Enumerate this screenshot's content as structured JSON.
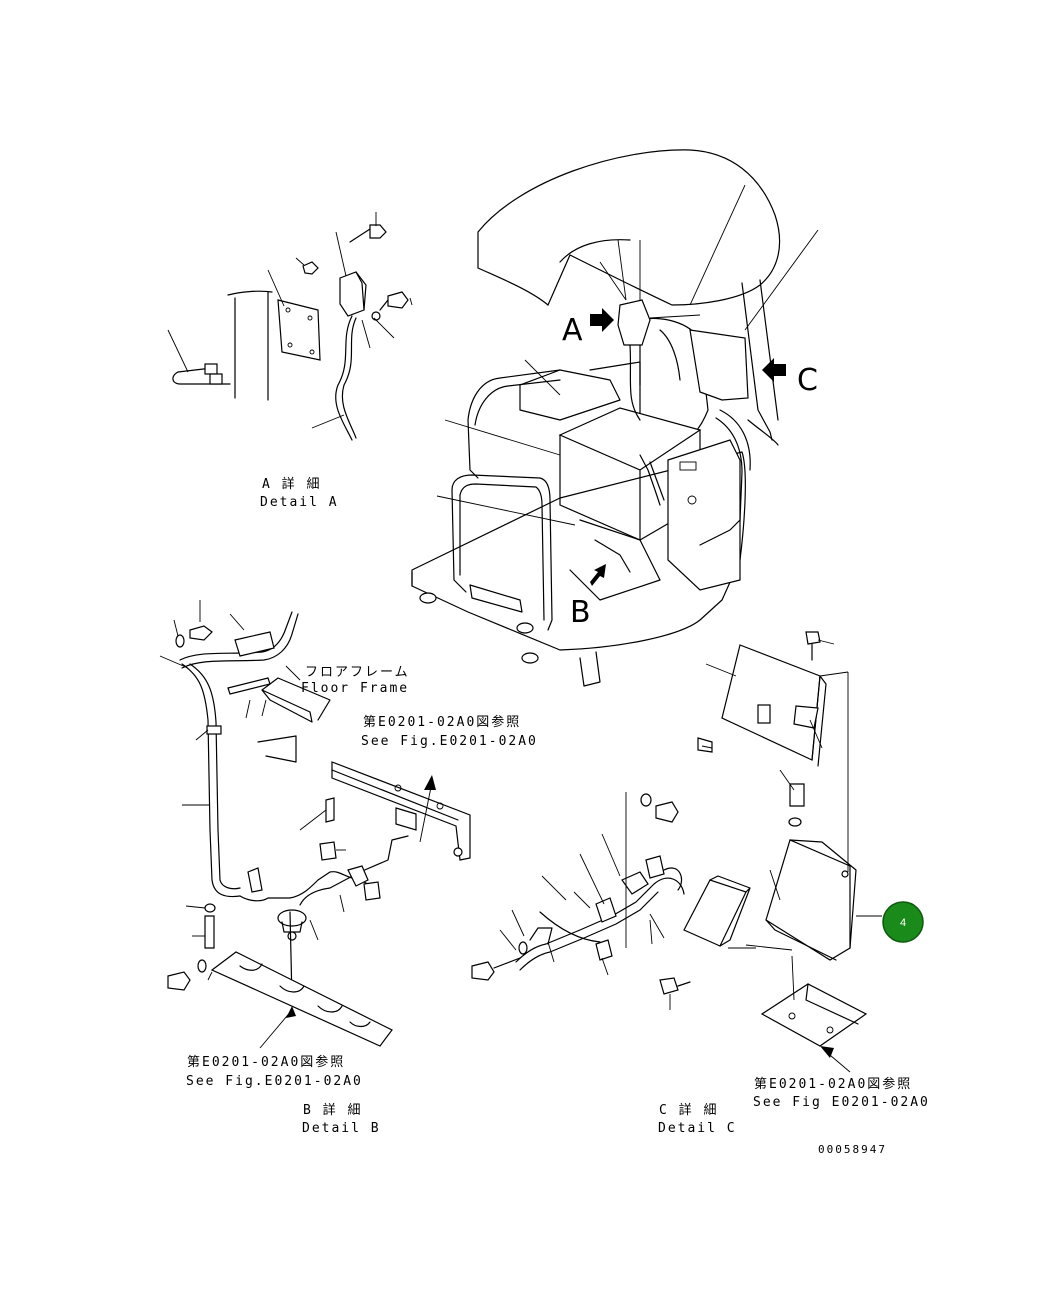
{
  "labels": {
    "detail_a_jp": "A 詳 細",
    "detail_a_en": "Detail A",
    "detail_b_jp": "B 詳 細",
    "detail_b_en": "Detail B",
    "detail_c_jp": "C 詳 細",
    "detail_c_en": "Detail C",
    "floor_frame_jp": "フロアフレーム",
    "floor_frame_en": "Floor Frame",
    "ref1_jp": "第E0201-02A0図参照",
    "ref1_en": "See Fig.E0201-02A0",
    "ref2_jp": "第E0201-02A0図参照",
    "ref2_en": "See Fig.E0201-02A0",
    "ref3_jp": "第E0201-02A0図参照",
    "ref3_en": "See Fig E0201-02A0",
    "view_a": "A",
    "view_b": "B",
    "view_c": "C",
    "drawing_number": "00058947"
  },
  "callout": {
    "number": "4",
    "color": "#1a8a1a"
  }
}
